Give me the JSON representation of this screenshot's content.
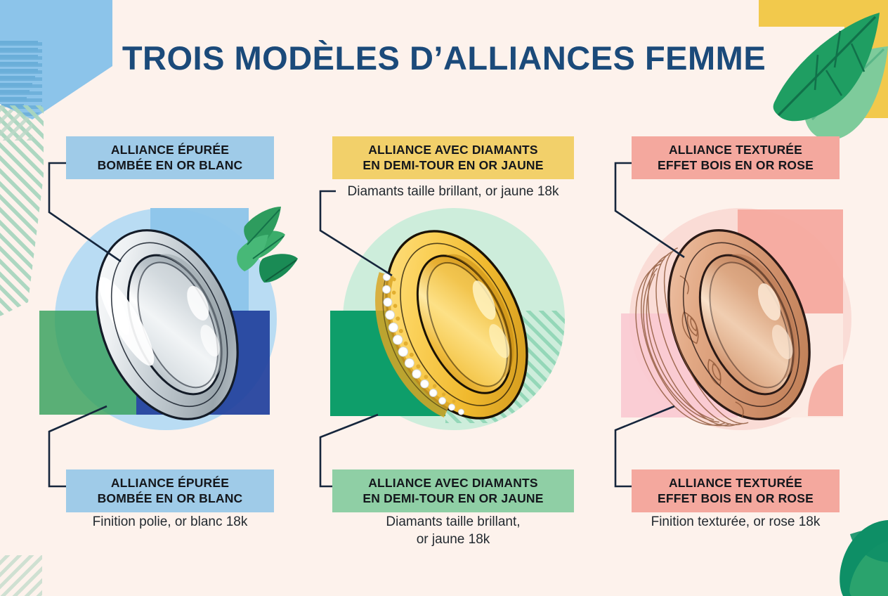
{
  "page": {
    "title": "TROIS MODÈLES D’ALLIANCES FEMME",
    "background_color": "#fdf2ec",
    "title_color": "#1b4a7a"
  },
  "columns": [
    {
      "id": "white-gold",
      "top_label": "ALLIANCE ÉPURÉE\nBOMBÉE EN OR BLANC",
      "top_label_line1": "ALLIANCE ÉPURÉE",
      "top_label_line2": "BOMBÉE EN OR BLANC",
      "top_label_color": "#9fcbe8",
      "top_caption": "",
      "bottom_label_line1": "ALLIANCE ÉPURÉE",
      "bottom_label_line2": "BOMBÉE EN OR BLANC",
      "bottom_label_color": "#9fcbe8",
      "bottom_caption": "Finition polie, or blanc 18k",
      "ring_metal": "white-gold",
      "ring_colors": {
        "light": "#f4f6f7",
        "mid": "#c9d0d4",
        "dark": "#8f9aa1",
        "outline": "#141c28"
      },
      "backdrop_circle": "#b9dcf3",
      "blocks": [
        "#b9dcf3",
        "#8cc4ea",
        "#36a05c",
        "#1f3f9c"
      ]
    },
    {
      "id": "yellow-gold-diamonds",
      "top_label_line1": "ALLIANCE AVEC DIAMANTS",
      "top_label_line2": "EN DEMI-TOUR EN OR JAUNE",
      "top_label_color": "#f2d06a",
      "top_caption": "Diamants taille brillant, or jaune 18k",
      "bottom_label_line1": "ALLIANCE AVEC DIAMANTS",
      "bottom_label_line2": "EN DEMI-TOUR EN OR JAUNE",
      "bottom_label_color": "#8fcfa5",
      "bottom_caption_line1": "Diamants taille brillant,",
      "bottom_caption_line2": "or jaune 18k",
      "ring_metal": "yellow-gold",
      "ring_colors": {
        "light": "#ffe694",
        "mid": "#f6c846",
        "dark": "#d79f20",
        "outline": "#1a1205"
      },
      "diamond_count": 14,
      "backdrop_circle": "#cdeddb",
      "blocks": [
        "#cdeddb",
        "#9fd9bd",
        "#0e9e6a",
        "#8ed4b4"
      ]
    },
    {
      "id": "rose-gold-wood",
      "top_label_line1": "ALLIANCE TEXTURÉE",
      "top_label_line2": "EFFET BOIS EN OR ROSE",
      "top_label_color": "#f4a89e",
      "top_caption": "",
      "bottom_label_line1": "ALLIANCE TEXTURÉE",
      "bottom_label_line2": "EFFET BOIS EN OR ROSE",
      "bottom_label_color": "#f4a89e",
      "bottom_caption": "Finition texturée, or rose 18k",
      "ring_metal": "rose-gold",
      "ring_colors": {
        "light": "#f8d4bd",
        "mid": "#d79878",
        "dark": "#b5714f",
        "outline": "#2b1a16"
      },
      "backdrop_circle": "#fadcd6",
      "blocks": [
        "#fbe0da",
        "#f5a79d",
        "#f9c9d2",
        "#fceae4"
      ]
    }
  ],
  "decorations": {
    "top_left_polygon": "#8cc4ea",
    "top_left_stripes": "#6aaed9",
    "left_hatch": "#bcd9c8",
    "top_right_block": "#f2c94c",
    "leaf_dark": "#1f9e62",
    "leaf_light": "#7ecb9b",
    "bottom_right_leaf_a": "#2aa36d",
    "bottom_right_leaf_b": "#0e8f66"
  },
  "icons": {
    "connector": "elbow-connector-line",
    "leaf": "leaf-icon",
    "ring": "ring-icon",
    "diamond": "diamond-icon"
  }
}
